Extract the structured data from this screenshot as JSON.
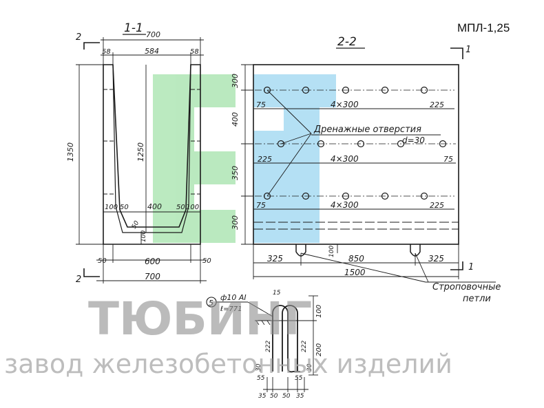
{
  "product_code": "МПЛ-1,25",
  "watermark": {
    "name": "ТЮБИНГ",
    "tagline": "завод железобетонных изделий",
    "logo_colors": [
      "#3cc24a",
      "#2aa7e0"
    ]
  },
  "section_1_1": {
    "title": "1-1",
    "marks": {
      "top_left": "2",
      "bottom_left": "2"
    },
    "dims": {
      "total_width_top": "700",
      "left_wall_top": "58",
      "inner_top": "584",
      "right_wall_top": "58",
      "total_height": "1350",
      "inner_height": "1250",
      "inner_bottom": "400",
      "left_step": "100",
      "left_step_b": "50",
      "right_step_b": "50",
      "right_step": "100",
      "chamfer": "50",
      "bottom_thickness": "100",
      "foot_left": "50",
      "base_width": "600",
      "foot_right": "50",
      "total_width_bottom": "700"
    }
  },
  "section_2_2": {
    "title": "2-2",
    "marks": {
      "top_right": "1",
      "bottom_right": "1"
    },
    "dims": {
      "h1": "300",
      "h2": "400",
      "h3": "350",
      "h4": "300",
      "row1_left": "75",
      "row1_mid": "4×300",
      "row1_right": "225",
      "row2_left": "225",
      "row2_mid": "4×300",
      "row2_right": "75",
      "row3_left": "75",
      "row3_mid": "4×300",
      "row3_right": "225",
      "loop_h": "100",
      "bottom_left": "325",
      "bottom_mid": "850",
      "bottom_right": "325",
      "total_length": "1500"
    },
    "callouts": {
      "drainage": "Дренажные отверстия",
      "drainage_size": "d=30",
      "lifting_1": "Строповочные",
      "lifting_2": "петли"
    }
  },
  "loop_detail": {
    "mark": "5",
    "rebar": "ф10 АI",
    "length": "ℓ=771",
    "dims": {
      "top_radius": "15",
      "height_top": "100",
      "leg_left": "222",
      "leg_right": "222",
      "height_bottom": "200",
      "hook_left_v": "30",
      "hook_right_v": "30",
      "hook_left_h": "55",
      "hook_right_h": "55",
      "b1": "35",
      "b2": "50",
      "b3": "50",
      "b4": "35"
    }
  }
}
